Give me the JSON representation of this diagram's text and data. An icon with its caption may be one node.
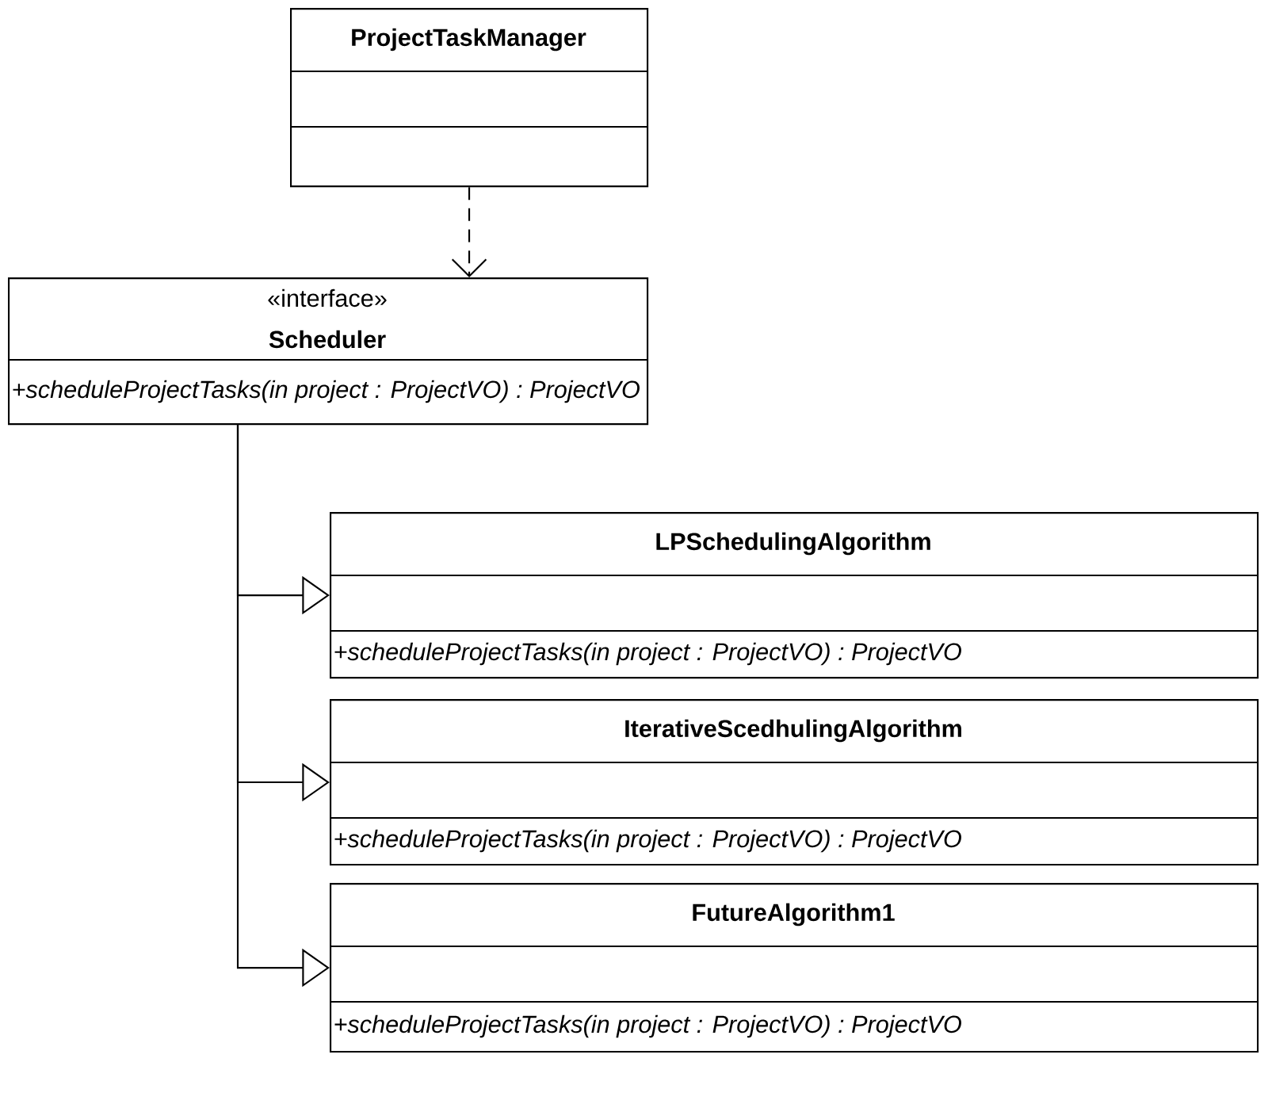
{
  "diagram": {
    "nodes": [
      {
        "text": [
          "ProjectTaskManager"
        ]
      },
      {
        "text": [
          "«interface»",
          "Scheduler",
          "+scheduleProjectTasks(in project : ProjectVO) : ProjectVO"
        ]
      },
      {
        "text": [
          "LPSchedulingAlgorithm",
          "+scheduleProjectTasks(in project : ProjectVO) : ProjectVO"
        ]
      },
      {
        "text": [
          "IterativeScedhulingAlgorithm",
          "+scheduleProjectTasks(in project : ProjectVO) : ProjectVO"
        ]
      },
      {
        "text": [
          "FutureAlgorithm1",
          "+scheduleProjectTasks(in project : ProjectVO) : ProjectVO"
        ]
      }
    ],
    "edges": [
      {
        "from": 0,
        "to": 1,
        "arrow": "to",
        "style": "dashed"
      },
      {
        "from": 1,
        "to": 2,
        "arrow": "to"
      },
      {
        "from": 1,
        "to": 3,
        "arrow": "to"
      },
      {
        "from": 1,
        "to": 4,
        "arrow": "to"
      }
    ]
  }
}
